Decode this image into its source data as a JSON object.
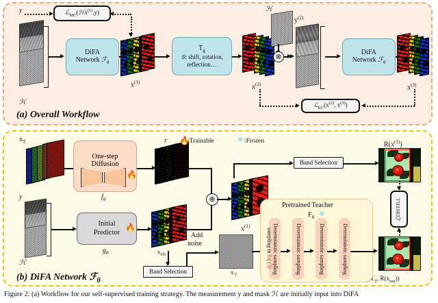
{
  "figure": {
    "caption": "Figure 2: (a) Workflow for our self-supervised training strategy. The measurement y and mask ℋ are initially input into DiFA"
  },
  "panel_a": {
    "title": "(a) Overall Workflow",
    "border_color": "#f0a878",
    "bg_color": "#fdeee4",
    "loss_mc": "ℒMC(ℋx(1), y)",
    "loss_ec": "ℒEC(x(2), x(3))",
    "labels": {
      "y": "y",
      "H_left": "ℋ",
      "H_top": "ℋ",
      "y2": "y(2)",
      "x1": "x(1)",
      "x2": "x(2)",
      "x3": "x(3)"
    },
    "difa_box_1": {
      "line1": "DiFA",
      "line2": "Network ℱθ"
    },
    "difa_box_2": {
      "line1": "DiFA",
      "line2": "Network ℱθ"
    },
    "transform_box": {
      "line1": "Tg",
      "line2": "𝒢: shift, rotation,",
      "line3": "reflection…"
    },
    "mult_op": "⊗"
  },
  "panel_b": {
    "title": "(b) DiFA Network ℱθ",
    "border_color": "#f2c200",
    "bg_color": "#fdfbe8",
    "legend": {
      "trainable_icon": "flame-icon",
      "trainable_label": ":Trainable",
      "frozen_icon": "snowflake-icon",
      "frozen_label": ":Frozen"
    },
    "diffusion_box": {
      "line1": "One-step",
      "line2": "Diffusion",
      "sublabel": "fθ"
    },
    "predictor_box": {
      "line1": "Initial",
      "line2": "Predictor",
      "sublabel": "gθ"
    },
    "band_selection_1": "Band Selection",
    "band_selection_2": "Band Selection",
    "add_noise": {
      "line1": "Add",
      "line2": "noise"
    },
    "sum_op": "⊕",
    "labels": {
      "xT": "xT",
      "y": "y",
      "H": "ℋ",
      "r": "r",
      "x1": "x(1)",
      "x_init": "xinit",
      "xT_prime": "x′T",
      "Rx1": "R(x(1))",
      "teacher_out": "Fθ(x′T, R(xinit))"
    },
    "teacher": {
      "title": "Pretrained Teacher",
      "model": "Fθ",
      "frozen_icon": "snowflake-icon",
      "eq_note": "sampling in Eq (3)",
      "eq_note_color": "#e8301a",
      "steps": [
        "Deterministic sampling",
        "Deterministic sampling",
        "Deterministic sampling",
        "Deterministic sampling"
      ]
    },
    "loss_distill": "ℒDISTILL"
  }
}
